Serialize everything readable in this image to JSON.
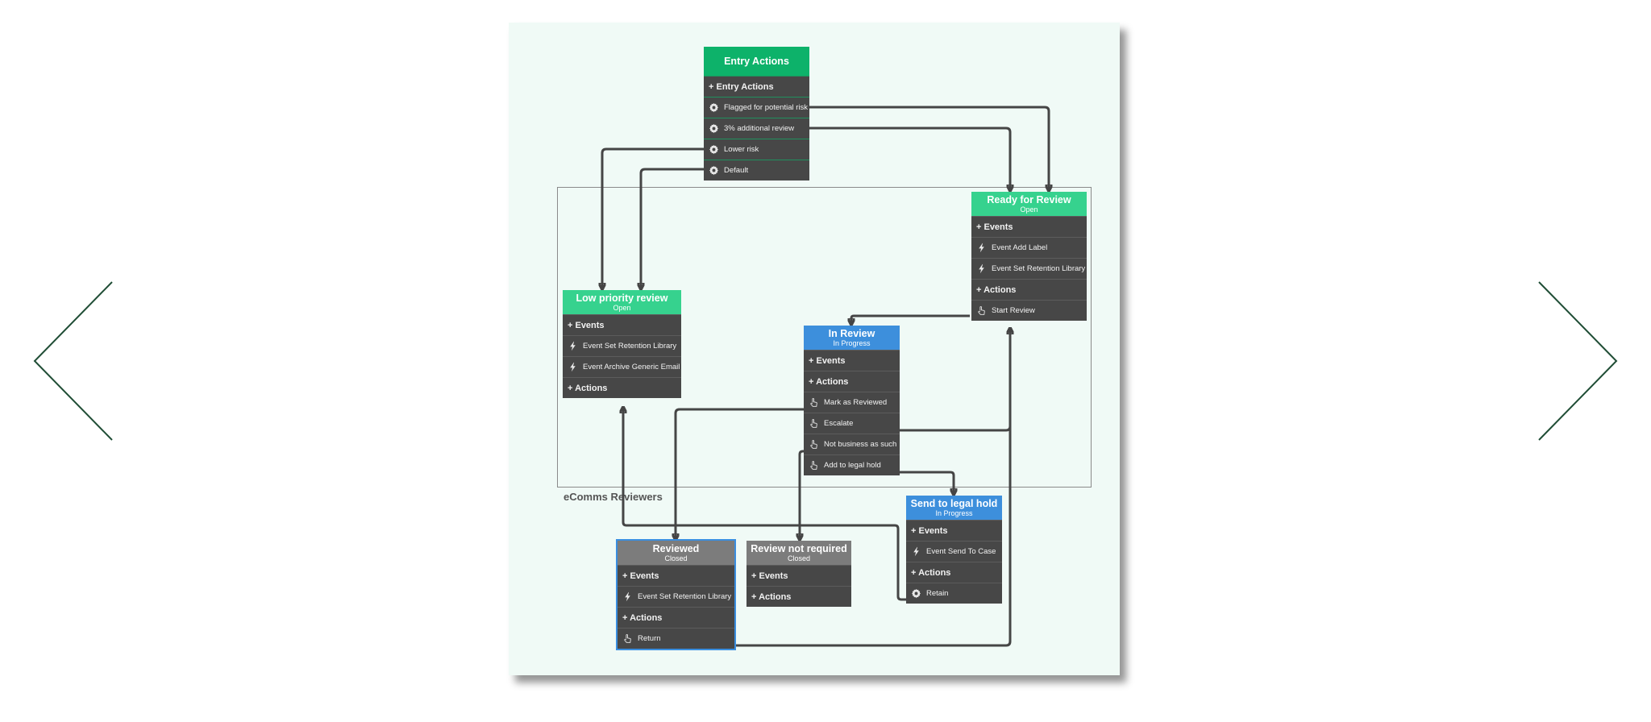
{
  "nav": {
    "prev_icon": "chevron-left-icon",
    "next_icon": "chevron-right-icon",
    "color": "#1f4d35"
  },
  "diagram": {
    "group_label": "eComms Reviewers",
    "entry": {
      "title": "Entry Actions",
      "section": "+ Entry Actions",
      "items": [
        "Flagged for potential risk",
        "3% additional review",
        "Lower risk",
        "Default"
      ]
    },
    "ready": {
      "title": "Ready for Review",
      "status": "Open",
      "events_label": "+ Events",
      "events": [
        "Event Add Label",
        "Event Set Retention Library"
      ],
      "actions_label": "+ Actions",
      "actions": [
        "Start Review"
      ]
    },
    "low": {
      "title": "Low priority review",
      "status": "Open",
      "events_label": "+ Events",
      "events": [
        "Event Set Retention Library",
        "Event Archive Generic Email"
      ],
      "actions_label": "+ Actions"
    },
    "inreview": {
      "title": "In Review",
      "status": "In Progress",
      "events_label": "+ Events",
      "actions_label": "+ Actions",
      "actions": [
        "Mark as Reviewed",
        "Escalate",
        "Not business as such",
        "Add to legal hold"
      ]
    },
    "legal": {
      "title": "Send to legal hold",
      "status": "In Progress",
      "events_label": "+ Events",
      "events": [
        "Event Send To Case"
      ],
      "actions_label": "+ Actions",
      "actions": [
        "Retain"
      ]
    },
    "reviewed": {
      "title": "Reviewed",
      "status": "Closed",
      "events_label": "+ Events",
      "events": [
        "Event Set Retention Library"
      ],
      "actions_label": "+ Actions",
      "actions": [
        "Return"
      ]
    },
    "notreq": {
      "title": "Review not required",
      "status": "Closed",
      "events_label": "+ Events",
      "actions_label": "+ Actions"
    },
    "colors": {
      "entry_header": "#0db26a",
      "open_header": "#36d28e",
      "progress_header": "#3d8fdc",
      "closed_header": "#7c7c7c",
      "body": "#474747",
      "canvas": "#f0faf6"
    }
  }
}
